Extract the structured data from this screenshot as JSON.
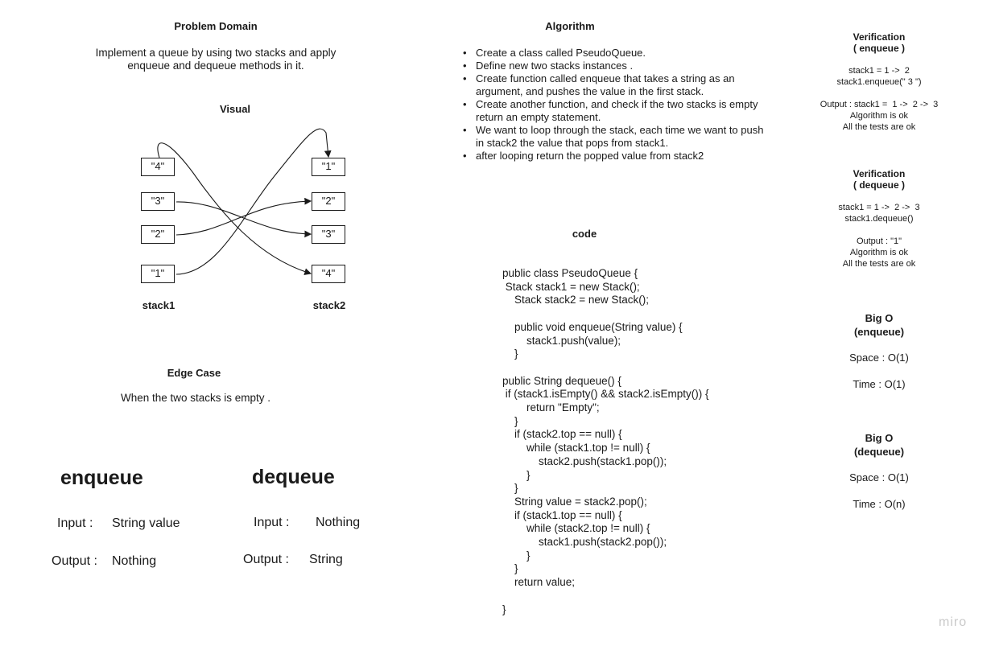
{
  "problem_domain": {
    "title": "Problem Domain",
    "text_line1": "Implement a queue by using two stacks and apply",
    "text_line2": "enqueue and dequeue methods in it."
  },
  "visual": {
    "title": "Visual",
    "stack1_label": "stack1",
    "stack2_label": "stack2",
    "stack1_items": [
      "\"4\"",
      "\"3\"",
      "\"2\"",
      "\"1\""
    ],
    "stack2_items": [
      "\"1\"",
      "\"2\"",
      "\"3\"",
      "\"4\""
    ]
  },
  "edge_case": {
    "title": "Edge Case",
    "text": "When the two stacks is empty ."
  },
  "enqueue_io": {
    "title": "enqueue",
    "input_label": "Input :",
    "input_value": "String value",
    "output_label": "Output :",
    "output_value": "Nothing"
  },
  "dequeue_io": {
    "title": "dequeue",
    "input_label": "Input :",
    "input_value": "Nothing",
    "output_label": "Output :",
    "output_value": "String"
  },
  "algorithm": {
    "title": "Algorithm",
    "steps": [
      "Create a class called PseudoQueue.",
      "Define new two stacks instances .",
      "Create function called enqueue that takes a string as an argument, and pushes the value in the first stack.",
      "Create another function, and check if the two stacks is empty return an empty statement.",
      "We want to loop through the stack, each time we want to push in stack2 the value that pops from stack1.",
      "after looping return the popped value from stack2"
    ]
  },
  "code": {
    "title": "code",
    "body": "public class PseudoQueue {\n Stack stack1 = new Stack();\n    Stack stack2 = new Stack();\n\n    public void enqueue(String value) {\n        stack1.push(value);\n    }\n\npublic String dequeue() {\n if (stack1.isEmpty() && stack2.isEmpty()) {\n        return \"Empty\";\n    }\n    if (stack2.top == null) {\n        while (stack1.top != null) {\n            stack2.push(stack1.pop());\n        }\n    }\n    String value = stack2.pop();\n    if (stack1.top == null) {\n        while (stack2.top != null) {\n            stack1.push(stack2.pop());\n        }\n    }\n    return value;\n\n}"
  },
  "verification_enqueue": {
    "title_line1": "Verification",
    "title_line2": "( enqueue )",
    "line1": "stack1 = 1 ->  2",
    "line2": "stack1.enqueue(\" 3 \")",
    "line3": "Output : stack1 =  1 ->  2 ->  3",
    "line4": "Algorithm is ok",
    "line5": "All the tests are ok"
  },
  "verification_dequeue": {
    "title_line1": "Verification",
    "title_line2": "( dequeue )",
    "line1": "stack1 = 1 ->  2 ->  3",
    "line2": "stack1.dequeue()",
    "line3": "Output : \"1\"",
    "line4": "Algorithm is ok",
    "line5": "All the tests are ok"
  },
  "bigo_enqueue": {
    "title_line1": "Big O",
    "title_line2": "(enqueue)",
    "space": "Space : O(1)",
    "time": "Time : O(1)"
  },
  "bigo_dequeue": {
    "title_line1": "Big O",
    "title_line2": "(dequeue)",
    "space": "Space : O(1)",
    "time": "Time : O(n)"
  },
  "watermark": "miro"
}
